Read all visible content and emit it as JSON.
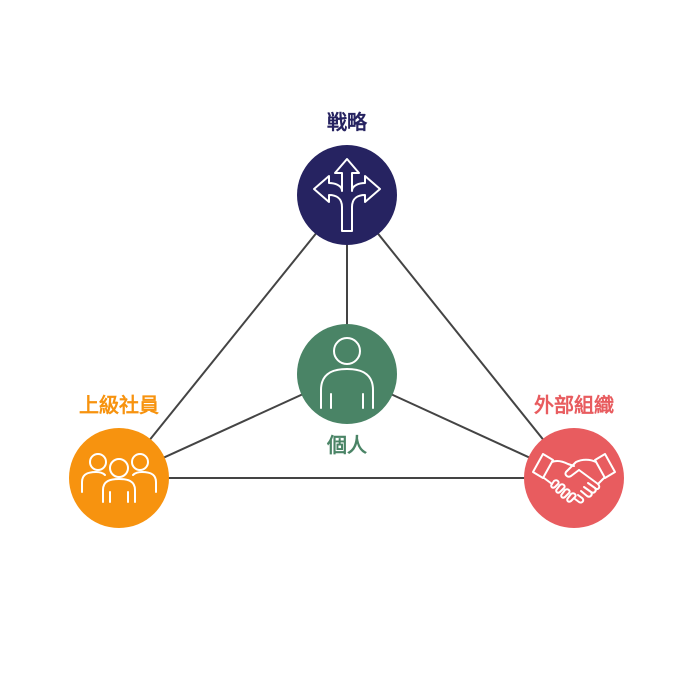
{
  "colors": {
    "strategy": "#262361",
    "individual": "#4a8466",
    "senior": "#f7930f",
    "external": "#e85c5f",
    "line": "#444444",
    "icon": "#ffffff"
  },
  "nodes": {
    "strategy": {
      "label": "戦略",
      "icon": "split-arrows-icon"
    },
    "individual": {
      "label": "個人",
      "icon": "person-icon"
    },
    "senior": {
      "label": "上級社員",
      "icon": "group-people-icon"
    },
    "external": {
      "label": "外部組織",
      "icon": "handshake-icon"
    }
  }
}
